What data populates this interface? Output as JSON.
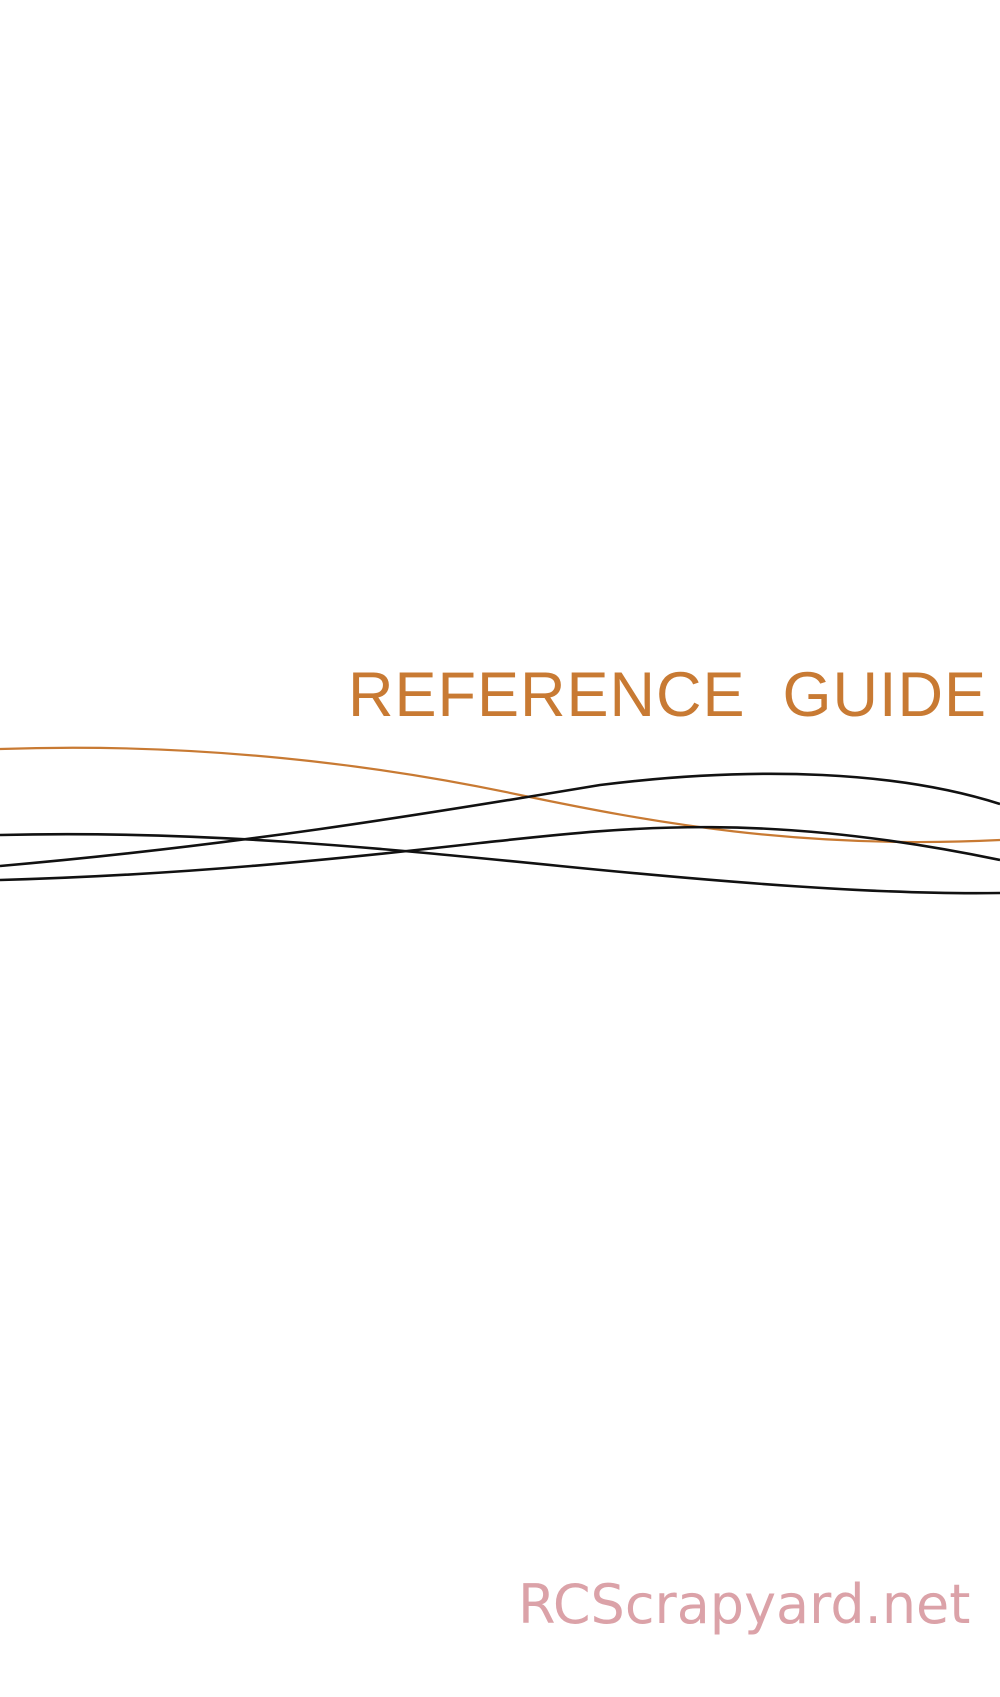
{
  "document": {
    "title": "REFERENCE  GUIDE",
    "watermark": "RCScrapyard.net"
  },
  "colors": {
    "accent": "#c87a33",
    "line": "#111111",
    "watermark": "#dba2a8",
    "background": "#ffffff"
  },
  "decoration": {
    "lines": [
      {
        "name": "accent-wave",
        "color_key": "accent"
      },
      {
        "name": "black-wave-1",
        "color_key": "line"
      },
      {
        "name": "black-wave-2",
        "color_key": "line"
      },
      {
        "name": "black-wave-3",
        "color_key": "line"
      }
    ]
  }
}
